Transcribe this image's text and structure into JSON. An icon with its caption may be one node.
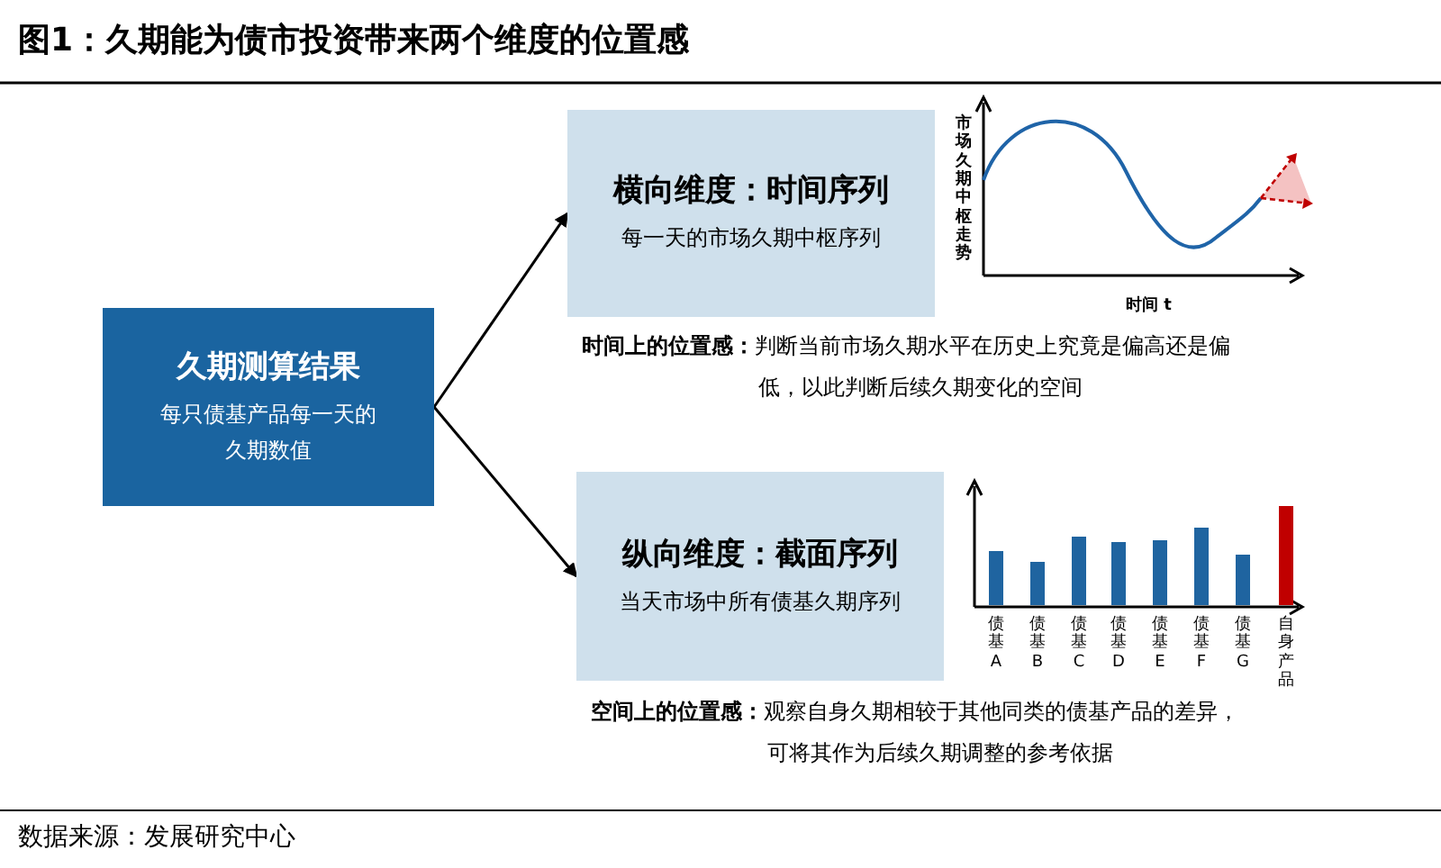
{
  "diagram": {
    "title": "图1：久期能为债市投资带来两个维度的位置感",
    "caption": "数据来源：发展研究中心",
    "nodes": [
      {
        "text": [
          "久期测算结果",
          "每只债基产品每一天的久期数值"
        ]
      },
      {
        "text": [
          "横向维度：时间序列",
          "每一天的市场久期中枢序列"
        ],
        "beside": [
          "**时间上的位置感：**判断当前市场久期水平在历史上究竟是偏高还是偏低，以此判断后续久期变化的空间"
        ]
      },
      {
        "text": [
          "纵向维度：截面序列",
          "当天市场中所有债基久期序列"
        ],
        "beside": [
          "**空间上的位置感：**观察自身久期相较于其他同类的债基产品的差异，可将其作为后续久期调整的参考依据"
        ]
      }
    ],
    "edges": [
      {
        "from": 0,
        "to": 1,
        "arrow": "to"
      },
      {
        "from": 0,
        "to": 2,
        "arrow": "to"
      }
    ],
    "labels": [
      "市场久期中枢走势",
      "时间 t",
      "债基A",
      "债基B",
      "债基C",
      "债基D",
      "债基E",
      "债基F",
      "债基G",
      "自身产品"
    ]
  }
}
